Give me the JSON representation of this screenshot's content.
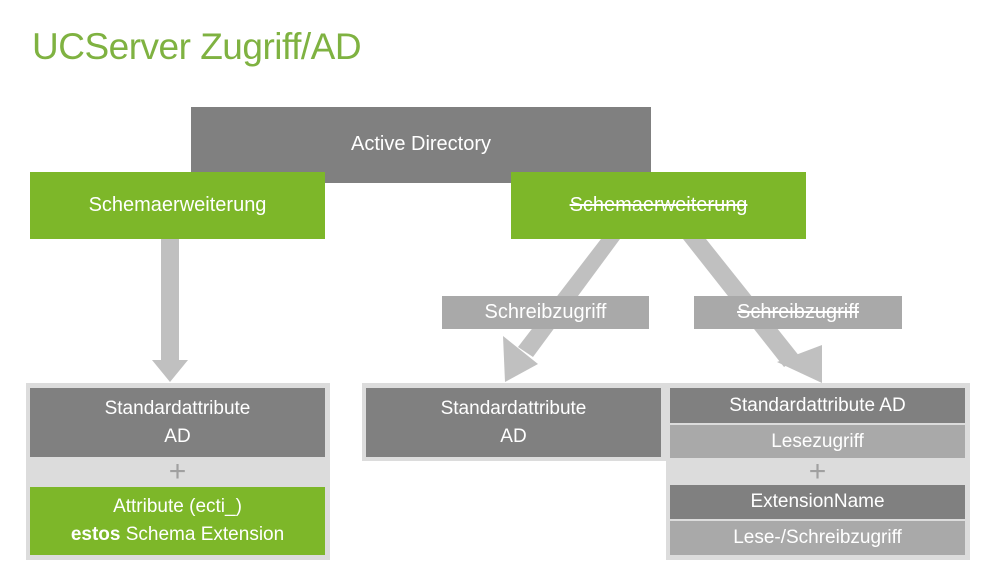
{
  "title": "UCServer Zugriff/AD",
  "top_node": "Active Directory",
  "left_branch": {
    "schema_label": "Schemaerweiterung",
    "schema_struck": false,
    "result": {
      "standard_line1": "Standardattribute",
      "standard_line2": "AD",
      "plus": "+",
      "attr_line1": "Attribute (ecti_)",
      "attr_line2_bold": "estos",
      "attr_line2_rest": "Schema Extension"
    }
  },
  "right_branch": {
    "schema_label": "Schemaerweiterung",
    "schema_struck": true,
    "write_access_label": "Schreibzugriff",
    "write_access_struck_label": "Schreibzugriff",
    "middle_result": {
      "standard_line1": "Standardattribute",
      "standard_line2": "AD"
    },
    "right_result": {
      "standard": "Standardattribute AD",
      "read_access": "Lesezugriff",
      "plus": "+",
      "extension_name": "ExtensionName",
      "read_write_access": "Lese-/Schreibzugriff"
    }
  },
  "colors": {
    "green": "#7db729",
    "title_green": "#7fb241",
    "dark_gray": "#808080",
    "label_gray": "#a9a9a9",
    "arrow_gray": "#c0c0c0",
    "frame_gray": "#dcdcdc"
  }
}
